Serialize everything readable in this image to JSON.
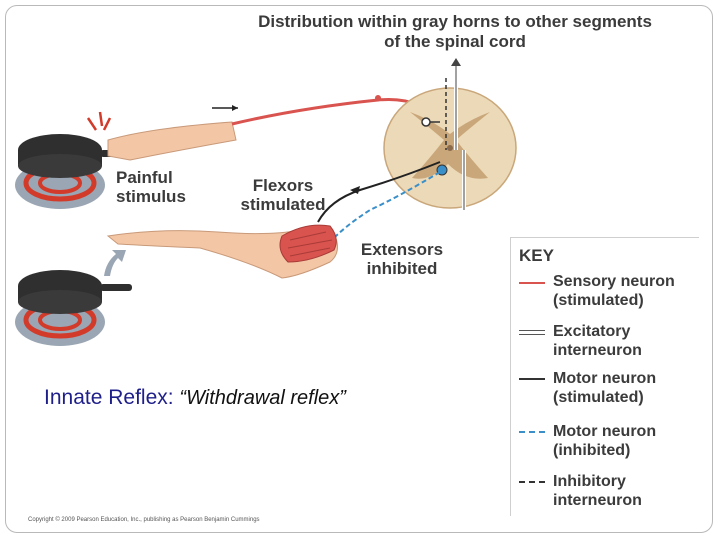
{
  "title": "Distribution within gray horns to other segments of the spinal cord",
  "labels": {
    "painful_stimulus": "Painful\nstimulus",
    "flexors": "Flexors\nstimulated",
    "extensors": "Extensors\ninhibited"
  },
  "key": {
    "title": "KEY",
    "items": [
      {
        "label": "Sensory neuron (stimulated)",
        "line_color": "#d9534f",
        "style": "solid"
      },
      {
        "label": "Excitatory interneuron",
        "line_color": "#ffffff",
        "style": "double"
      },
      {
        "label": "Motor neuron (stimulated)",
        "line_color": "#333333",
        "style": "solid"
      },
      {
        "label": "Motor neuron (inhibited)",
        "line_color": "#3a8fc9",
        "style": "dashed"
      },
      {
        "label": "Inhibitory interneuron",
        "line_color": "#333333",
        "style": "dashed"
      }
    ]
  },
  "caption": {
    "main": "Innate Reflex",
    "sub": "“Withdrawal reflex”"
  },
  "copyright": "Copyright © 2009 Pearson Education, Inc., publishing as Pearson Benjamin Cummings",
  "colors": {
    "spinal_cord": "#ecd9b8",
    "gray_matter": "#c9a77a",
    "skin": "#f3c6a6",
    "muscle": "#d9534f",
    "pan": "#2f2f2f",
    "burner": "#d23a2a"
  }
}
